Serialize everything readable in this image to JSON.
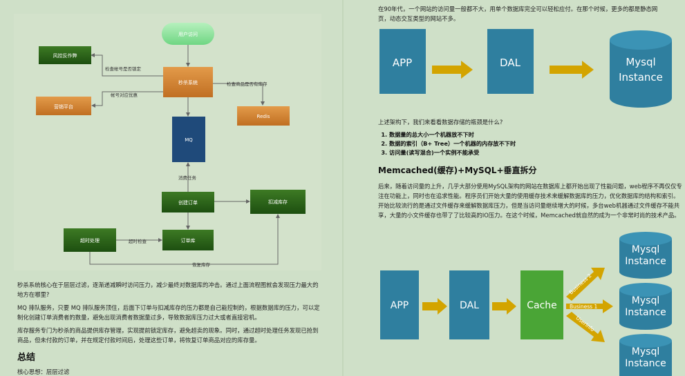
{
  "left": {
    "diagram": {
      "user_access": "用户访问",
      "risk_control": "风控反作弊",
      "seckill_system": "秒杀系统",
      "marketing_platform": "营销平台",
      "redis": "Redis",
      "mq": "MQ",
      "create_order": "创建订单",
      "deduct_stock": "扣减库存",
      "timeout_handle": "超时处理",
      "order_db": "订单库",
      "label_check_account": "检查帐号是否锁定",
      "label_account_discount": "帐号对应优惠",
      "label_check_stock": "检查商品是否有库存",
      "label_consume_task": "消费任务",
      "label_timeout_check": "超时检查",
      "label_restore_stock": "恢复库存"
    },
    "para1": "秒杀系统核心在于层层过滤，逐渐递减瞬时访问压力，减少最终对数据库的冲击。通过上面流程图就会发现压力最大的地方在哪里?",
    "para2": "MQ 排队服务，只要 MQ 排队服务顶住，后面下订单与扣减库存的压力都是自己能控制的，根据数据库的压力，可以定制化创建订单消费者的数量，避免出现消费者数据量过多，导致数据库压力过大或者直接宕机。",
    "para3": "库存服务专门为秒杀的商品提供库存管理，实现提前锁定库存，避免超卖的现象。同时，通过超时处理任务发现已抢到商品，但未付款的订单，并在规定付款时间后，处理这些订单，将恢复订单商品对应的库存量。",
    "heading": "总结",
    "core_idea": "核心思想：层层过滤"
  },
  "right": {
    "intro": "在90年代，一个网站的访问量一般都不大，用单个数据库完全可以轻松应付。在那个时候，更多的都是静态网页，动态交互类型的网站不多。",
    "arch1": {
      "app": "APP",
      "dal": "DAL",
      "db1": "Mysql",
      "db2": "Instance"
    },
    "question": "上述架构下，我们来看看数据存储的瓶颈是什么?",
    "bottlenecks": [
      "数据量的总大小一个机器放不下时",
      "数据的索引（B+ Tree）一个机器的内存放不下时",
      "访问量(读写混合)一个实例不能承受"
    ],
    "heading": "Memcached(缓存)+MySQL+垂直拆分",
    "para": "后来，随着访问量的上升，几乎大部分使用MySQL架构的网站在数据库上都开始出现了性能问题，web程序不再仅仅专注在功能上，同时也在追求性能。程序员们开始大量的使用缓存技术来缓解数据库的压力，优化数据库的结构和索引。开始比较流行的是通过文件缓存来缓解数据库压力，但是当访问量继续增大的时候，多台web机器通过文件缓存不能共享，大量的小文件缓存也带了了比较高的IO压力。在这个时候，Memcached就自然的成为一个非常时尚的技术产品。",
    "arch2": {
      "app": "APP",
      "dal": "DAL",
      "cache": "Cache",
      "business2": "Business 2",
      "business1": "Business 1",
      "userinfo": "UserInfo",
      "db1": "Mysql",
      "db2": "Instance"
    }
  }
}
